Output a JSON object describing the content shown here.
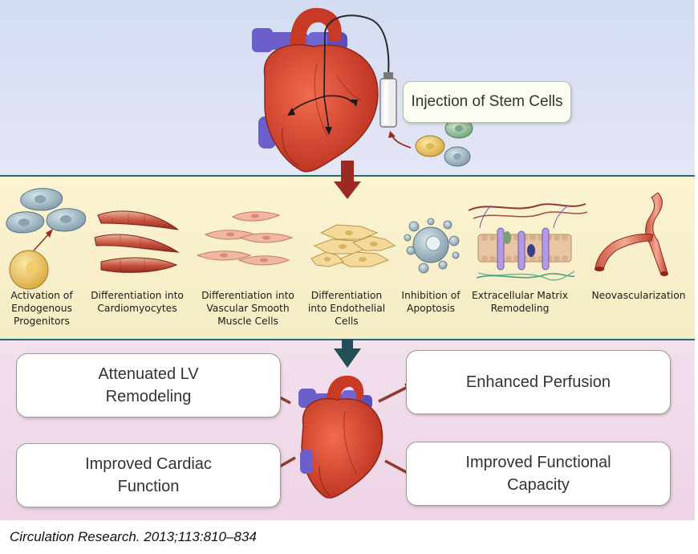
{
  "injection": {
    "label": "Injection of Stem Cells"
  },
  "mechanisms": [
    {
      "label": "Activation of Endogenous Progenitors"
    },
    {
      "label": "Differentiation into Cardiomyocytes"
    },
    {
      "label": "Differentiation into Vascular Smooth Muscle Cells"
    },
    {
      "label": "Differentiation into Endothelial Cells"
    },
    {
      "label": "Inhibition of Apoptosis"
    },
    {
      "label": "Extracellular Matrix Remodeling"
    },
    {
      "label": "Neovascularization"
    }
  ],
  "outcomes": {
    "top_left": "Attenuated LV Remodeling",
    "top_right": "Enhanced Perfusion",
    "bottom_left": "Improved Cardiac Function",
    "bottom_right": "Improved Functional Capacity"
  },
  "citation": "Circulation Research. 2013;113:810–834",
  "colors": {
    "top_band": "#d3dcf2",
    "middle_band": "#f8eec9",
    "bottom_band": "#efd8e8",
    "band_border": "#246f6e",
    "arrow_red": "#9b2a22",
    "arrow_teal": "#234f57",
    "outcome_arrow": "#8f3a2a",
    "heart_red": "#d9432e",
    "vessel_blue": "#6c5fc9"
  }
}
